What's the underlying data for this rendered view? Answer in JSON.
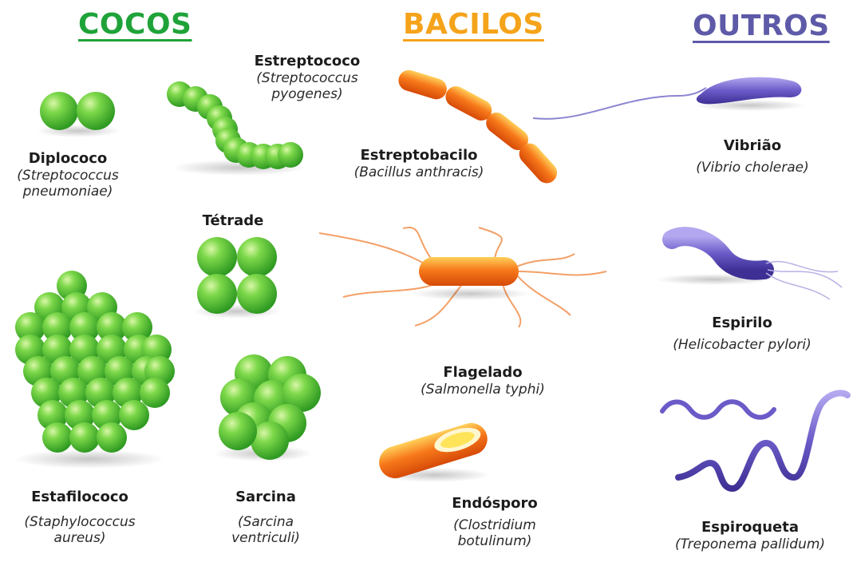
{
  "colors": {
    "cocos": "#1fa339",
    "bacilos": "#f5a31a",
    "outros": "#5e5aa8",
    "cocci_fill": "#5cc23a",
    "bacilli_fill": "#f26a10",
    "others_fill": "#6f5fc4"
  },
  "headings": {
    "cocos": "COCOS",
    "bacilos": "BACILOS",
    "outros": "OUTROS"
  },
  "items": {
    "diplococo": {
      "name": "Diplococo",
      "sci": [
        "(Streptococcus",
        "pneumoniae)"
      ]
    },
    "estreptococo": {
      "name": "Estreptococo",
      "sci": [
        "(Streptococcus",
        "pyogenes)"
      ]
    },
    "tetrade": {
      "name": "Tétrade",
      "sci": []
    },
    "estafilococo": {
      "name": "Estafilococo",
      "sci": [
        "(Staphylococcus",
        "aureus)"
      ]
    },
    "sarcina": {
      "name": "Sarcina",
      "sci": [
        "(Sarcina",
        "ventriculi)"
      ]
    },
    "estreptobacilo": {
      "name": "Estreptobacilo",
      "sci": [
        "(Bacillus anthracis)"
      ]
    },
    "flagelado": {
      "name": "Flagelado",
      "sci": [
        "(Salmonella typhi)"
      ]
    },
    "endosporo": {
      "name": "Endósporo",
      "sci": [
        "(Clostridium",
        "botulinum)"
      ]
    },
    "vibriao": {
      "name": "Vibrião",
      "sci": [
        "(Vibrio cholerae)"
      ]
    },
    "espirilo": {
      "name": "Espirilo",
      "sci": [
        "(Helicobacter pylori)"
      ]
    },
    "espiroqueta": {
      "name": "Espiroqueta",
      "sci": [
        "(Treponema pallidum)"
      ]
    }
  }
}
